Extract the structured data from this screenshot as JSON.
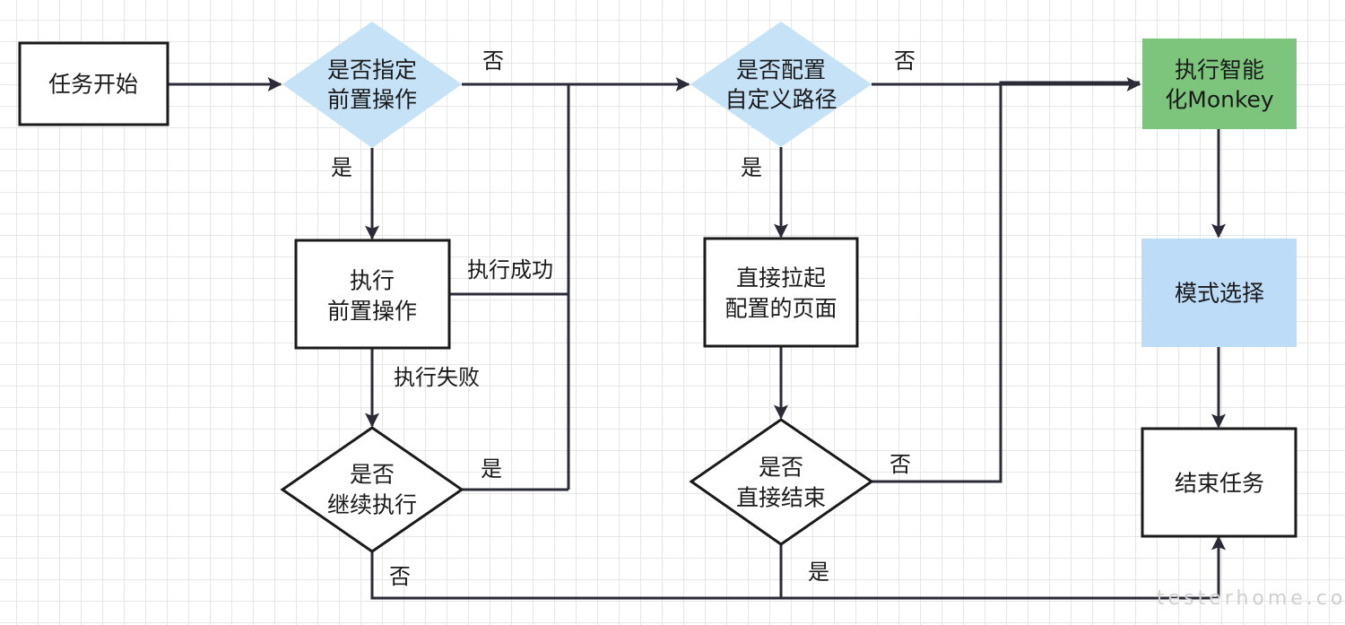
{
  "nodes": {
    "task_start": "任务开始",
    "decide_pre_op": [
      "是否指定",
      "前置操作"
    ],
    "exec_pre_op": [
      "执行",
      "前置操作"
    ],
    "decide_continue": [
      "是否",
      "继续执行"
    ],
    "decide_custom_path": [
      "是否配置",
      "自定义路径"
    ],
    "open_page": [
      "直接拉起",
      "配置的页面"
    ],
    "decide_end": [
      "是否",
      "直接结束"
    ],
    "exec_monkey": [
      "执行智能",
      "化Monkey"
    ],
    "mode_select": "模式选择",
    "end_task": "结束任务"
  },
  "edge_labels": {
    "pre_op_no": "否",
    "pre_op_yes": "是",
    "exec_success": "执行成功",
    "exec_fail": "执行失败",
    "continue_yes": "是",
    "continue_no": "否",
    "custom_path_no": "否",
    "custom_path_yes": "是",
    "end_no": "否",
    "end_yes": "是"
  },
  "colors": {
    "decision_fill": "#c6e2f7",
    "monkey_fill": "#7dc57c",
    "mode_fill": "#bcdcf8",
    "line": "#2b2b38"
  },
  "watermark": "testerhome.com"
}
